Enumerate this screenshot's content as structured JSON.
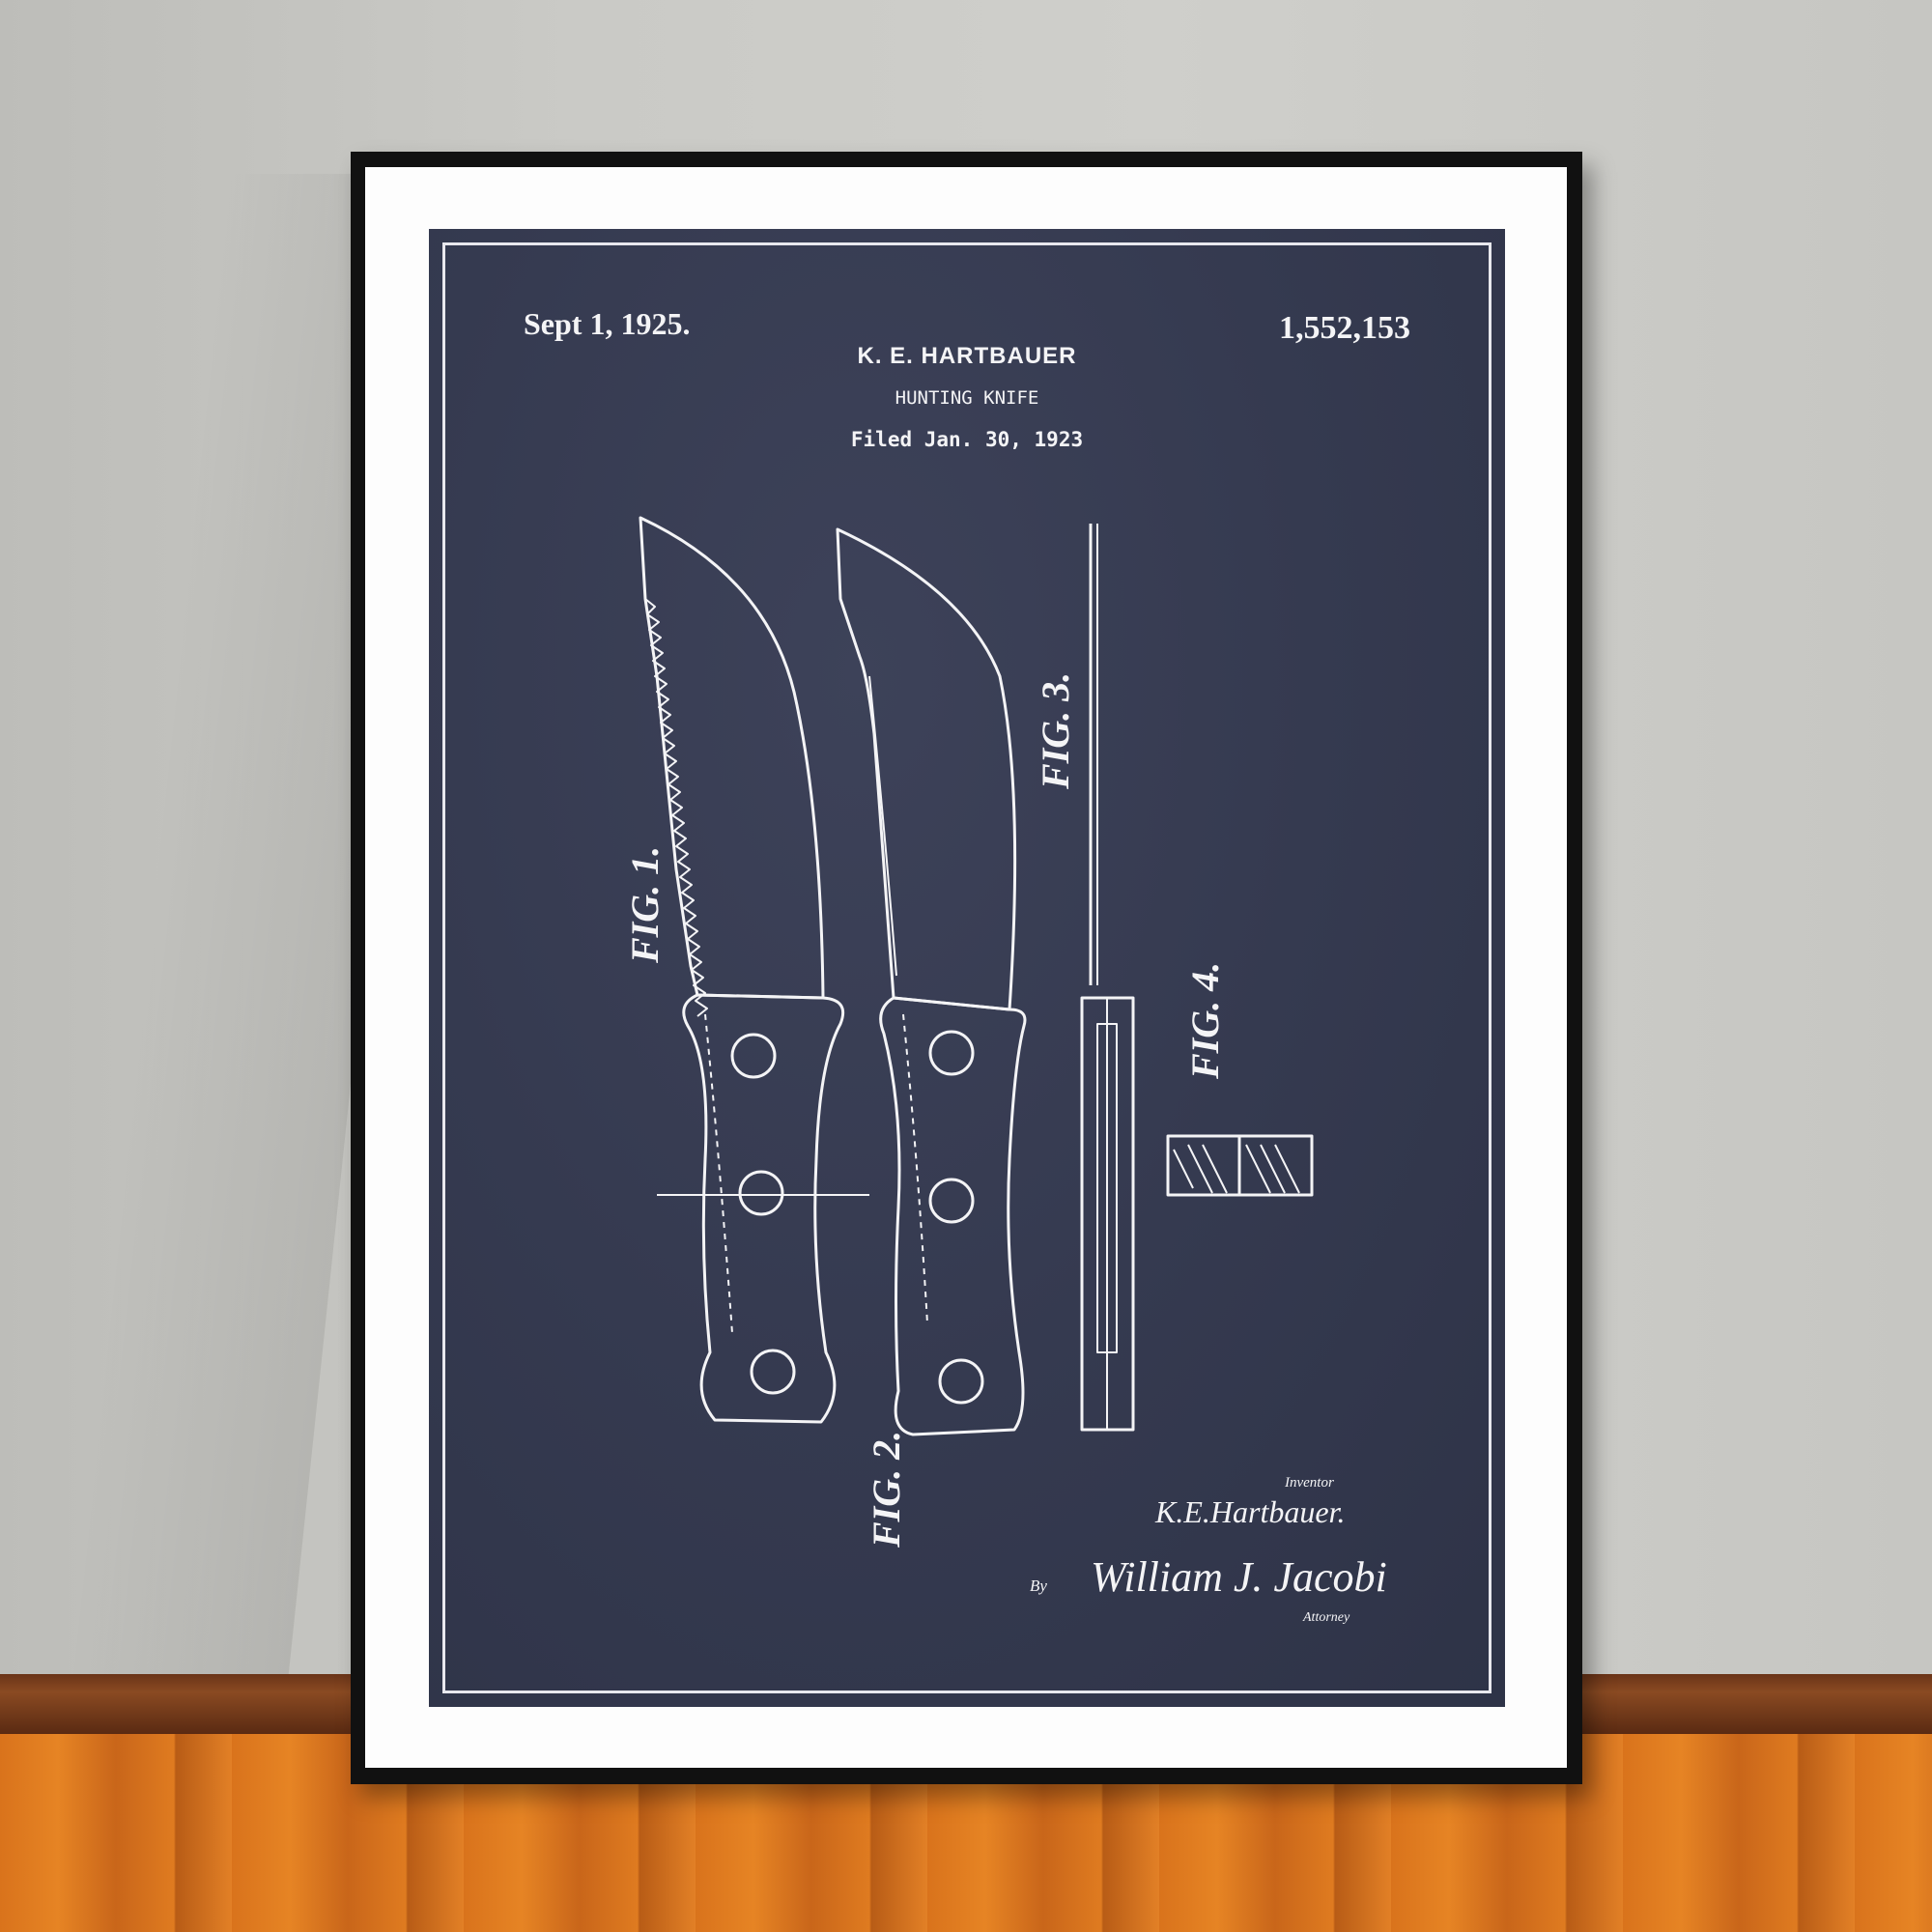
{
  "patent": {
    "date": "Sept 1, 1925.",
    "number": "1,552,153",
    "inventor_name": "K. E. HARTBAUER",
    "title": "HUNTING KNIFE",
    "filed": "Filed Jan. 30, 1923"
  },
  "figures": [
    "FIG. 1.",
    "FIG. 2.",
    "FIG. 3.",
    "FIG. 4."
  ],
  "signatures": {
    "inventor_label": "Inventor",
    "inventor_signature": "K.E.Hartbauer.",
    "by_label": "By",
    "attorney_signature": "William J. Jacobi",
    "attorney_label": "Attorney"
  },
  "colors": {
    "print_background": "#353a50",
    "line": "#f4f4f6",
    "frame": "#111111",
    "mat": "#fdfdfd"
  }
}
